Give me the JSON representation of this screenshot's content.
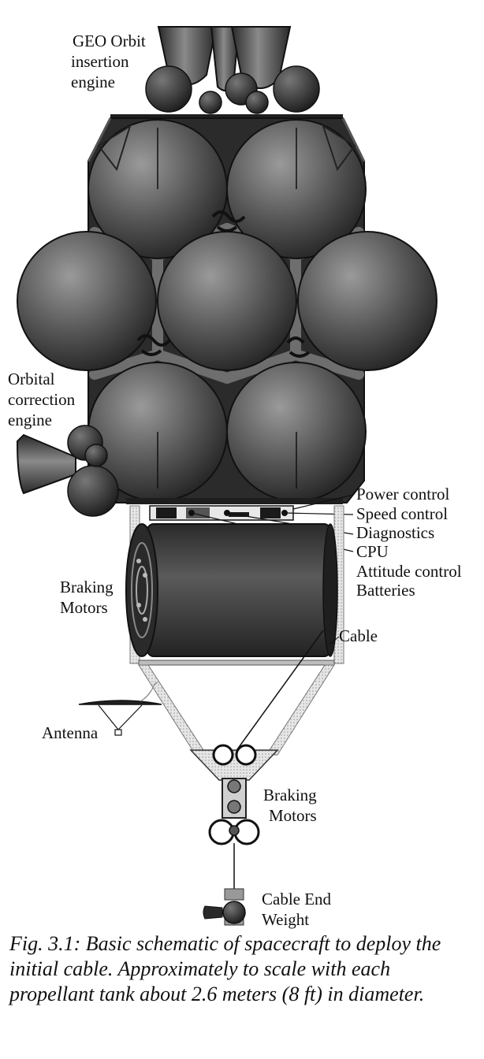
{
  "labels": {
    "geo_engine": [
      "GEO Orbit",
      "insertion",
      "engine"
    ],
    "orbital_engine": [
      "Orbital",
      "correction",
      "engine"
    ],
    "power_control": "Power control",
    "speed_control": "Speed control",
    "diagnostics": "Diagnostics",
    "cpu": "CPU",
    "attitude_control": "Attitude control",
    "batteries": "Batteries",
    "braking_motors_upper": [
      "Braking",
      "Motors"
    ],
    "cable": "Cable",
    "antenna": "Antenna",
    "braking_motors_lower": [
      "Braking",
      "Motors"
    ],
    "cable_end_weight": [
      "Cable End",
      "Weight"
    ]
  },
  "caption": "Fig. 3.1: Basic schematic of spacecraft to deploy the initial cable.  Approximately to scale with each propellant tank about 2.6 meters (8 ft) in diameter.",
  "colors": {
    "tank_light": "#8f8f8f",
    "tank_dark": "#262626",
    "frame": "#3a3a3a",
    "drum": "#3c3c3c",
    "outline": "#111111"
  }
}
